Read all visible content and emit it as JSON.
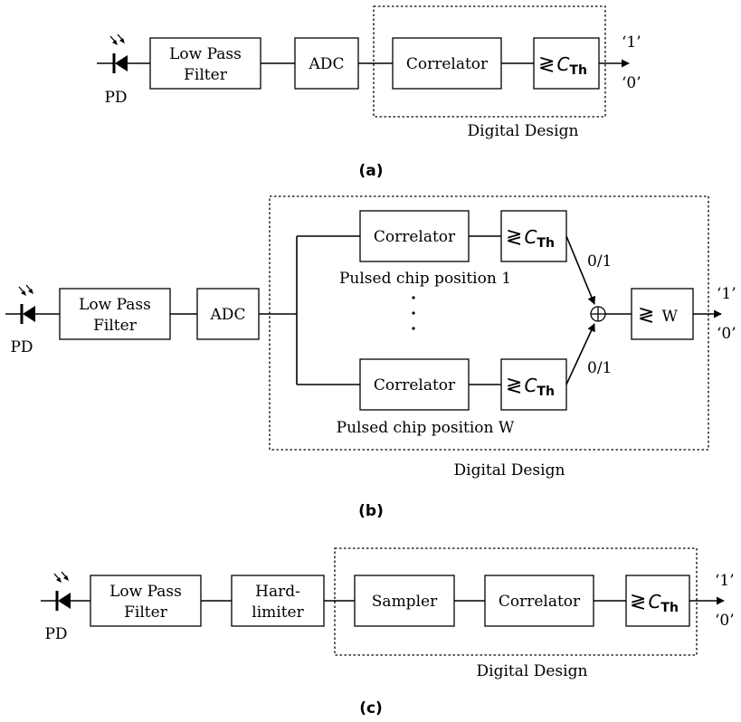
{
  "labels": {
    "low_pass_filter_line1": "Low Pass",
    "low_pass_filter_line2": "Filter",
    "adc": "ADC",
    "correlator": "Correlator",
    "photodiode": "PD",
    "digital_design": "Digital Design",
    "output_one": "‘1’",
    "output_zero": "‘0’",
    "comparator_symbol": "≷",
    "threshold_symbol": "C",
    "threshold_subscript": "Th",
    "w": "W",
    "branch_output": "0/1",
    "pulsed_chip_position_1": "Pulsed chip position 1",
    "pulsed_chip_position_w": "Pulsed chip position W",
    "hard_limiter_line1": "Hard-",
    "hard_limiter_line2": "limiter",
    "sampler": "Sampler"
  },
  "captions": {
    "a": "(a)",
    "b": "(b)",
    "c": "(c)"
  }
}
